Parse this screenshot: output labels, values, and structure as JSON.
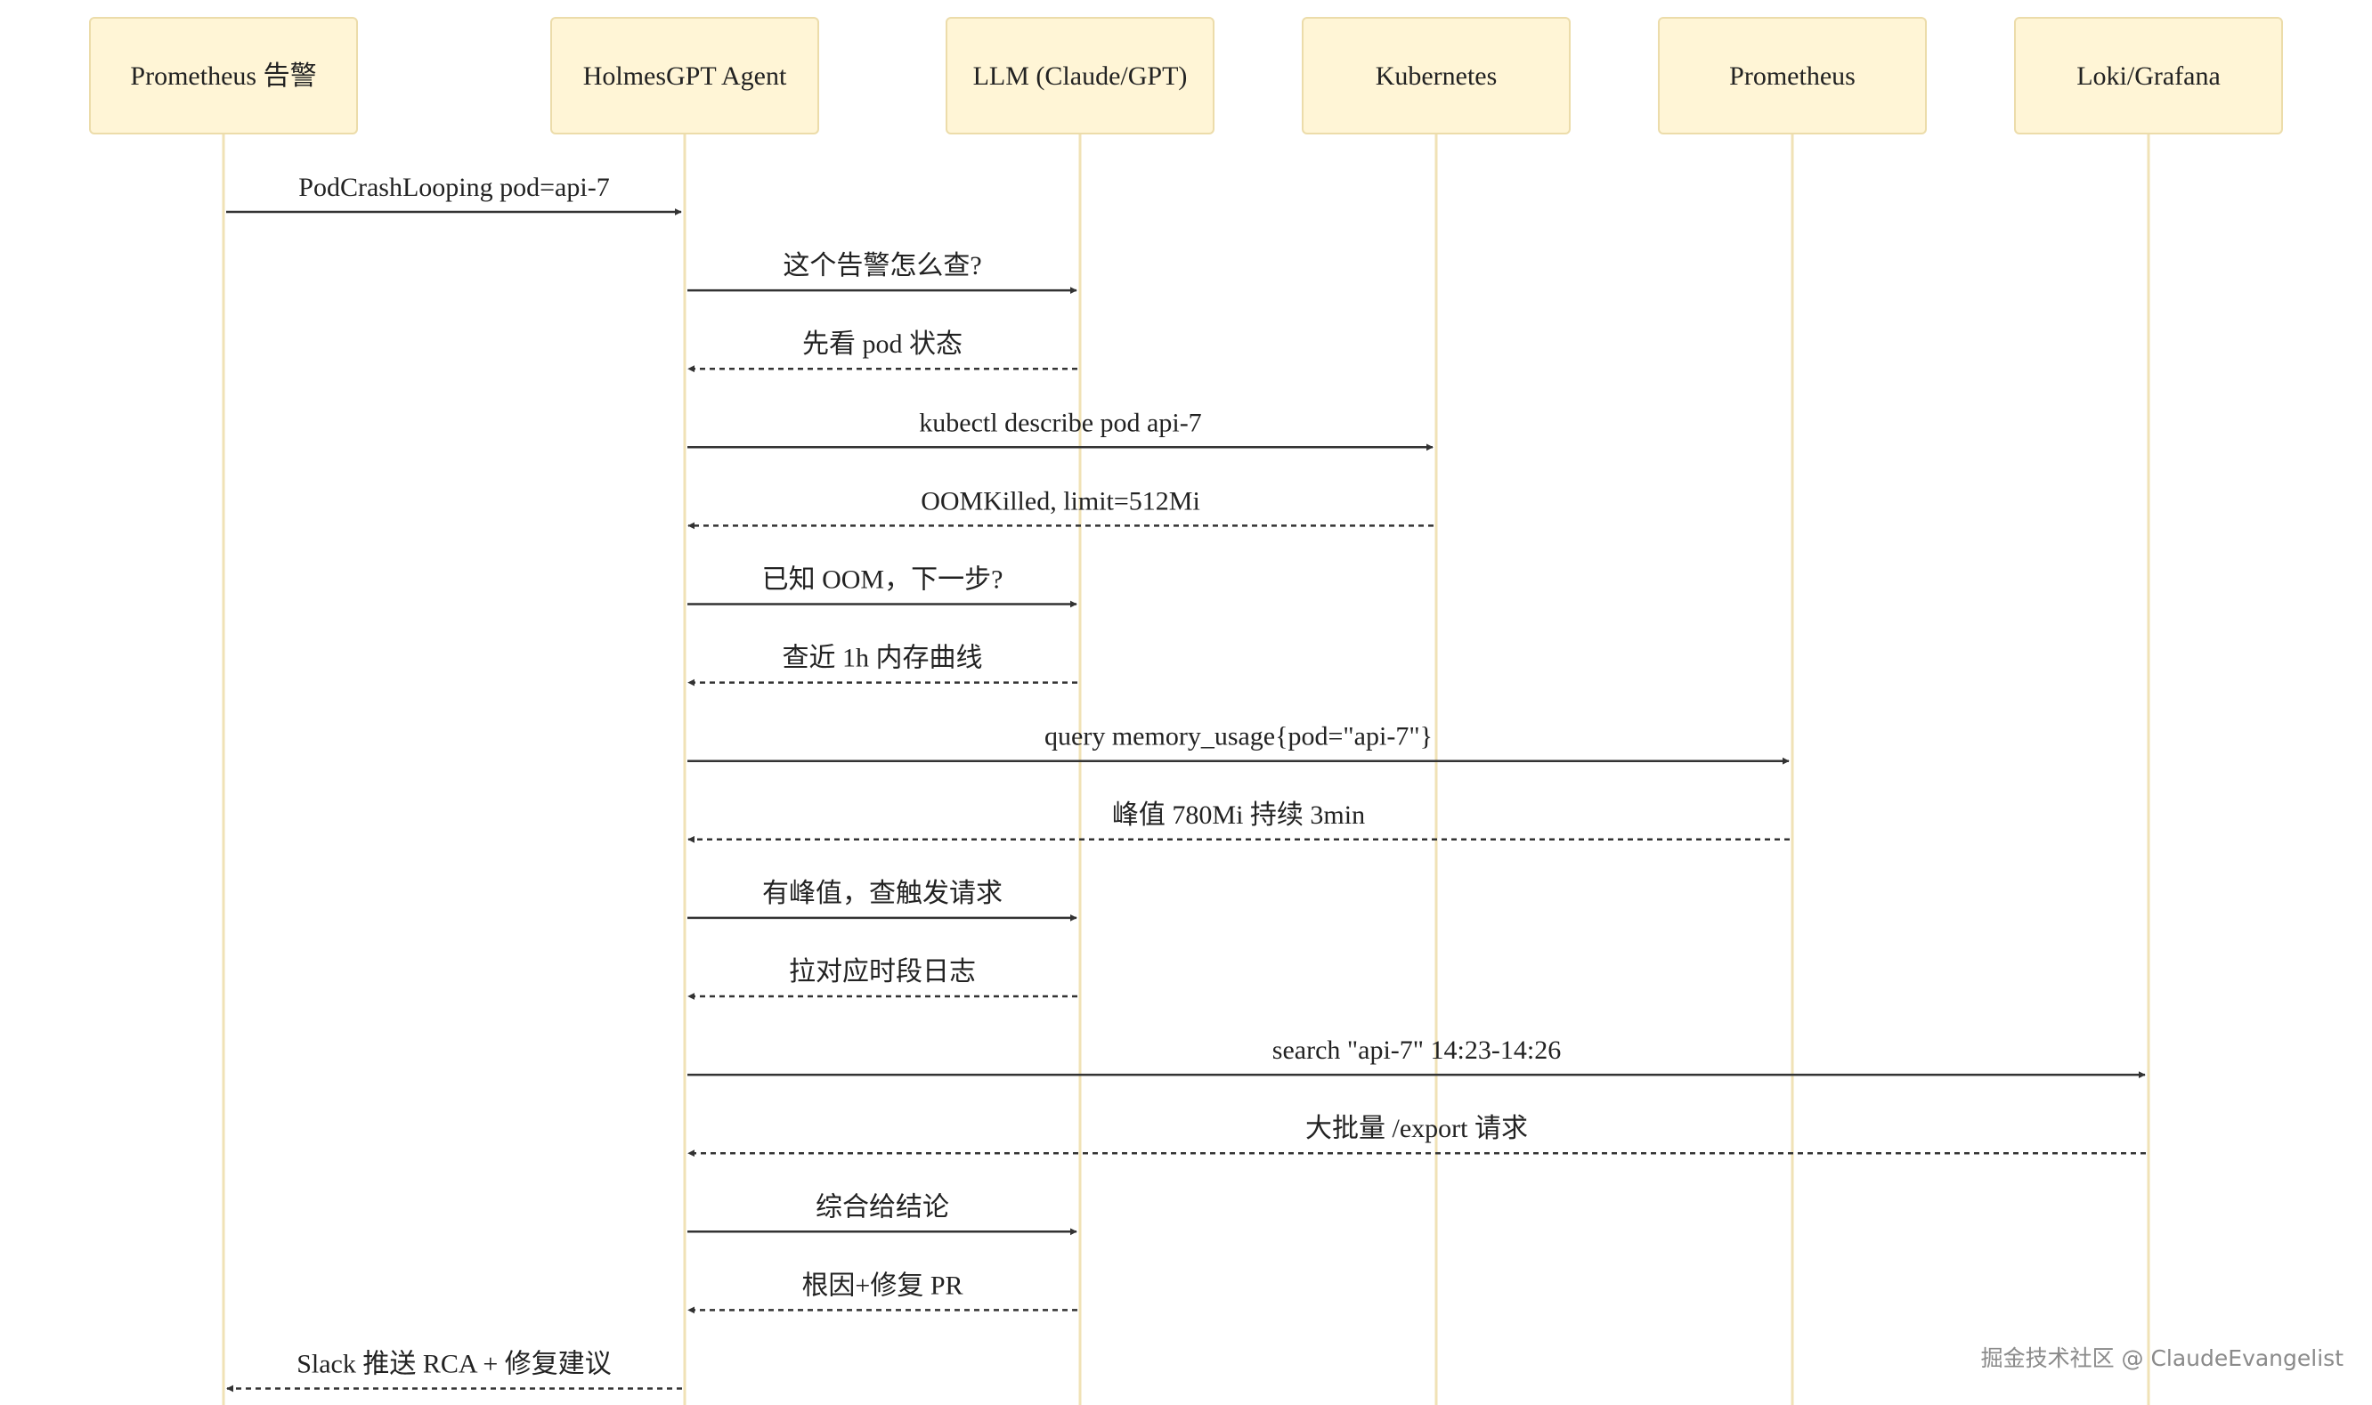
{
  "participants": [
    {
      "label": "Prometheus 告警"
    },
    {
      "label": "HolmesGPT Agent"
    },
    {
      "label": "LLM (Claude/GPT)"
    },
    {
      "label": "Kubernetes"
    },
    {
      "label": "Prometheus"
    },
    {
      "label": "Loki/Grafana"
    }
  ],
  "messages": [
    {
      "from": 0,
      "to": 1,
      "text": "PodCrashLooping pod=api-7",
      "style": "solid"
    },
    {
      "from": 1,
      "to": 2,
      "text": "这个告警怎么查?",
      "style": "solid"
    },
    {
      "from": 2,
      "to": 1,
      "text": "先看 pod 状态",
      "style": "dashed"
    },
    {
      "from": 1,
      "to": 3,
      "text": "kubectl describe pod api-7",
      "style": "solid"
    },
    {
      "from": 3,
      "to": 1,
      "text": "OOMKilled, limit=512Mi",
      "style": "dashed"
    },
    {
      "from": 1,
      "to": 2,
      "text": "已知 OOM，下一步?",
      "style": "solid"
    },
    {
      "from": 2,
      "to": 1,
      "text": "查近 1h 内存曲线",
      "style": "dashed"
    },
    {
      "from": 1,
      "to": 4,
      "text": "query memory_usage{pod=\"api-7\"}",
      "style": "solid"
    },
    {
      "from": 4,
      "to": 1,
      "text": "峰值 780Mi 持续 3min",
      "style": "dashed"
    },
    {
      "from": 1,
      "to": 2,
      "text": "有峰值，查触发请求",
      "style": "solid"
    },
    {
      "from": 2,
      "to": 1,
      "text": "拉对应时段日志",
      "style": "dashed"
    },
    {
      "from": 1,
      "to": 5,
      "text": "search \"api-7\" 14:23-14:26",
      "style": "solid"
    },
    {
      "from": 5,
      "to": 1,
      "text": "大批量 /export 请求",
      "style": "dashed"
    },
    {
      "from": 1,
      "to": 2,
      "text": "综合给结论",
      "style": "solid"
    },
    {
      "from": 2,
      "to": 1,
      "text": "根因+修复 PR",
      "style": "dashed"
    },
    {
      "from": 1,
      "to": 0,
      "text": "Slack 推送 RCA + 修复建议",
      "style": "dashed"
    }
  ],
  "colors": {
    "box_fill": "#fff5d6",
    "box_stroke": "#ecdcaa",
    "lifeline": "#f0e2b6",
    "arrow": "#333333",
    "text": "#222222"
  },
  "watermark": "掘金技术社区 @ ClaudeEvangelist"
}
